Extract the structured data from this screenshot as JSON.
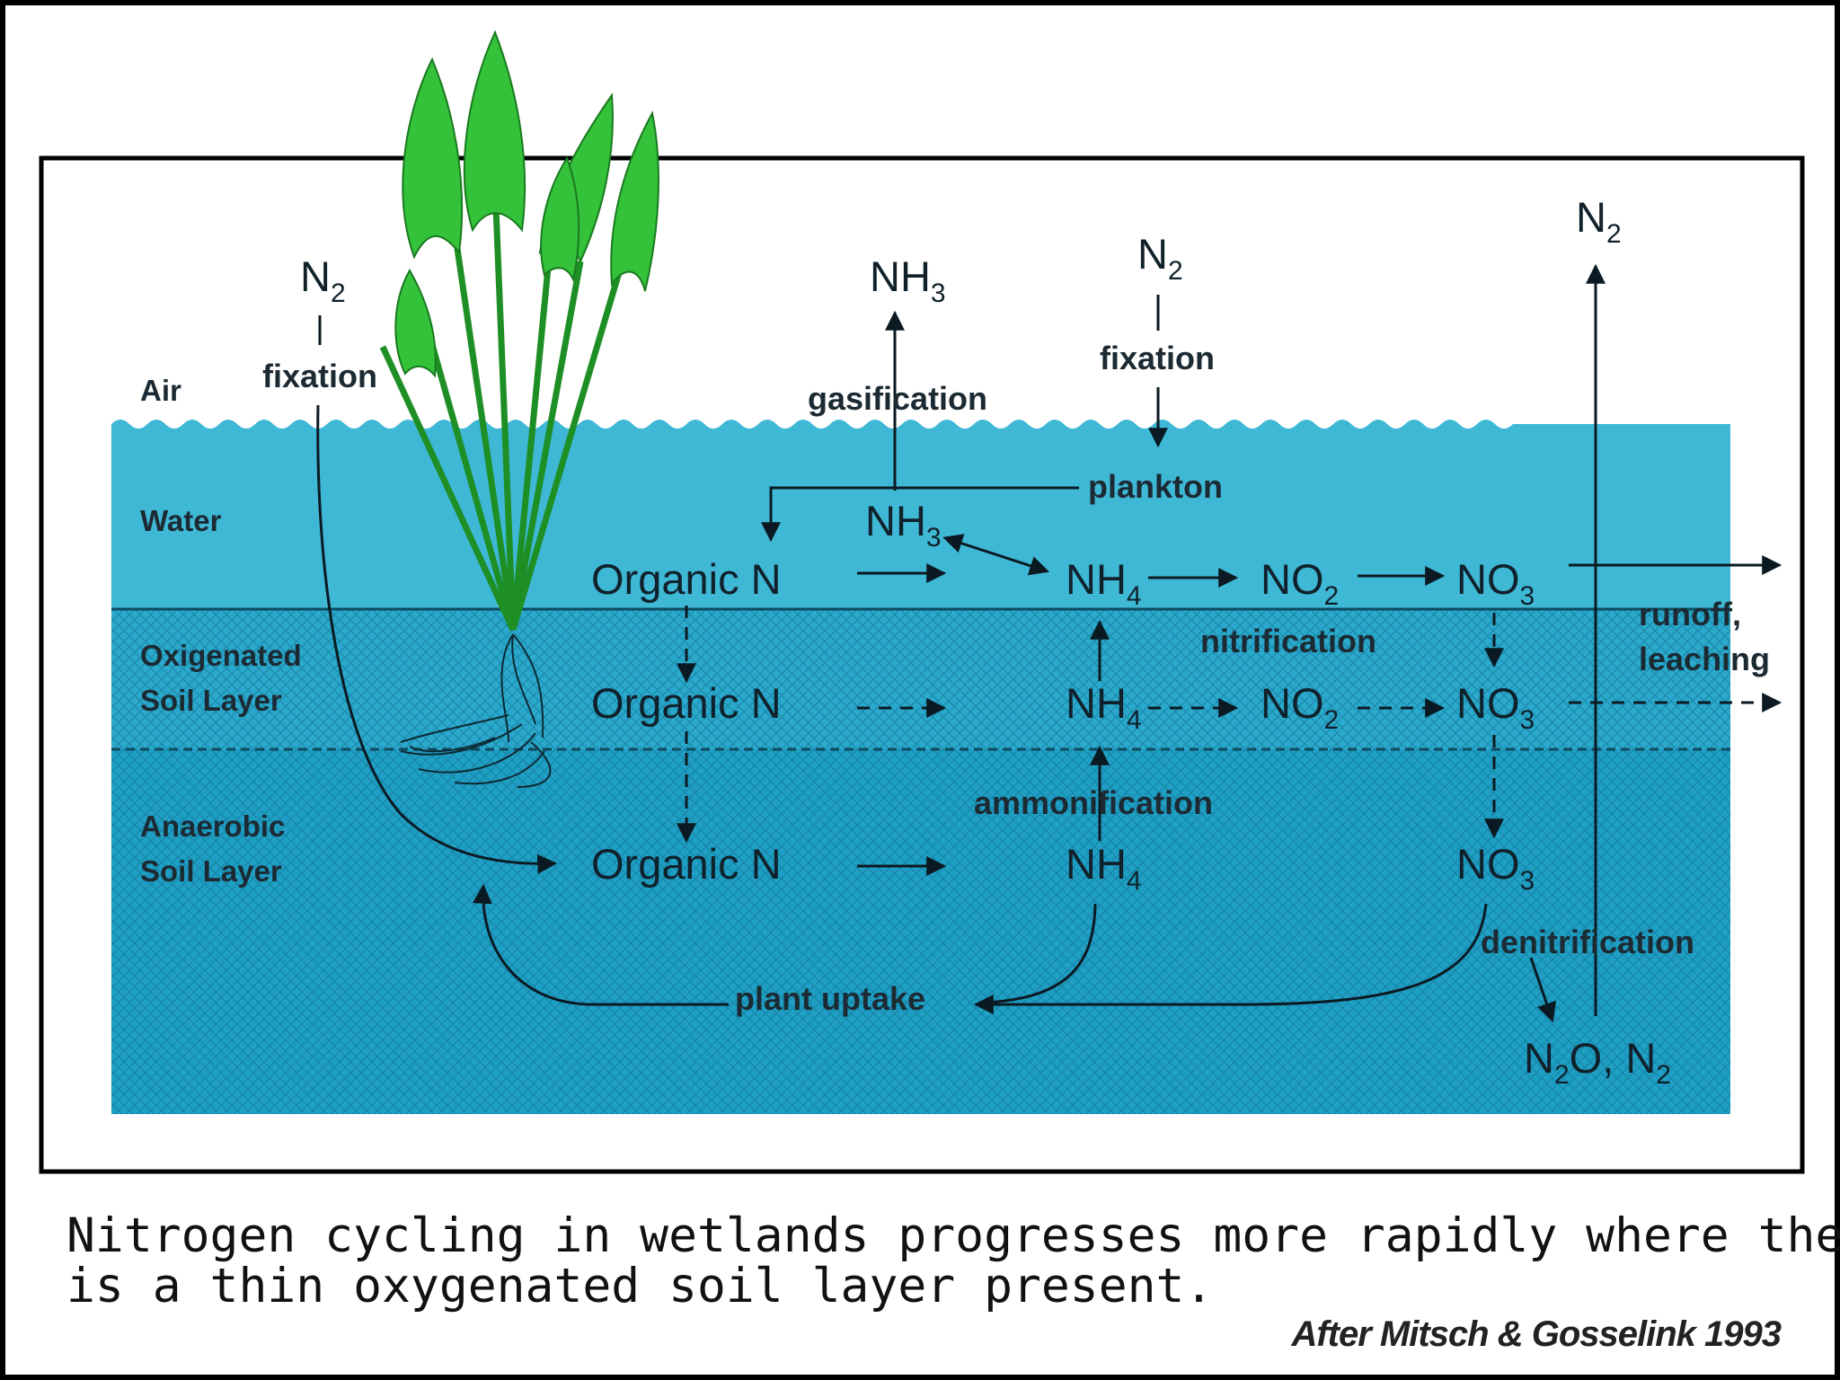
{
  "zones": {
    "air": "Air",
    "water": "Water",
    "oxygenated_1": "Oxigenated",
    "oxygenated_2": "Soil Layer",
    "anaerobic_1": "Anaerobic",
    "anaerobic_2": "Soil Layer"
  },
  "gases": {
    "n2_left": {
      "base": "N",
      "sub": "2"
    },
    "nh3_top": {
      "base": "NH",
      "sub": "3"
    },
    "n2_mid": {
      "base": "N",
      "sub": "2"
    },
    "n2_right": {
      "base": "N",
      "sub": "2"
    }
  },
  "processes": {
    "fixation_left": "fixation",
    "gasification": "gasification",
    "fixation_mid": "fixation",
    "plankton": "plankton",
    "nitrification": "nitrification",
    "ammonification": "ammonification",
    "denitrification": "denitrification",
    "plant_uptake": "plant uptake",
    "runoff_1": "runoff,",
    "runoff_2": "leaching"
  },
  "compounds": {
    "water_row": {
      "organic": "Organic N",
      "nh3": {
        "base": "NH",
        "sub": "3"
      },
      "nh4": {
        "base": "NH",
        "sub": "4"
      },
      "no2": {
        "base": "NO",
        "sub": "2"
      },
      "no3": {
        "base": "NO",
        "sub": "3"
      }
    },
    "oxy_row": {
      "organic": "Organic N",
      "nh4": {
        "base": "NH",
        "sub": "4"
      },
      "no2": {
        "base": "NO",
        "sub": "2"
      },
      "no3": {
        "base": "NO",
        "sub": "3"
      }
    },
    "anaerobic_row": {
      "organic": "Organic N",
      "nh4": {
        "base": "NH",
        "sub": "4"
      },
      "no3": {
        "base": "NO",
        "sub": "3"
      }
    },
    "products": {
      "p1": "N",
      "p1_sub": "2",
      "p2": "O, N",
      "p2_sub": "2"
    }
  },
  "caption": {
    "line1": "Nitrogen cycling in wetlands progresses more rapidly where there",
    "line2": "is a thin oxygenated soil layer present."
  },
  "credit": "After Mitsch & Gosselink 1993",
  "colors": {
    "water": "#3fb8d6",
    "oxygenated": "#2aa9cc",
    "anaerobic": "#1f9fc4",
    "leaf": "#33c23a"
  }
}
